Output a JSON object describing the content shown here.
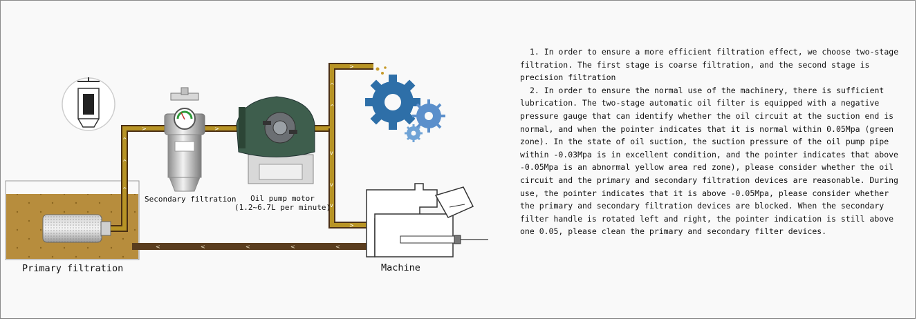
{
  "labels": {
    "primary": "Primary filtration",
    "secondary": "Secondary filtration",
    "pump_line1": "Oil pump motor",
    "pump_line2": "(1.2~6.7L per minute)",
    "machine": "Machine"
  },
  "description": [
    "1. In order to ensure a more efficient filtration effect, we choose two-stage filtration. The first stage is coarse filtration, and the second stage is precision filtration",
    "2. In order to ensure the normal use of the machinery, there is sufficient lubrication. The two-stage automatic oil filter is equipped with a negative pressure gauge that can identify whether the oil circuit at the suction end is normal, and when the pointer indicates that it is normal within 0.05Mpa (green zone). In the state of oil suction, the suction pressure of the oil pump pipe within -0.03Mpa is in excellent condition, and the pointer indicates that above -0.05Mpa is an abnormal yellow area red zone), please consider whether the oil circuit and the primary and secondary filtration devices are reasonable. During use, the pointer indicates that it is above -0.05Mpa, please consider whether the primary and secondary filtration devices are blocked. When the secondary filter handle is rotated left and right, the pointer indication is still above one 0.05, please clean the primary and secondary filter devices."
  ],
  "colors": {
    "pipe_fill": "#b89425",
    "pipe_edge": "#4a2f14",
    "return_pipe": "#5a3d1e",
    "oil_tank": "#b78d3d",
    "gear_blue": "#2e6fa8",
    "pump_green": "#3e5e4d"
  }
}
